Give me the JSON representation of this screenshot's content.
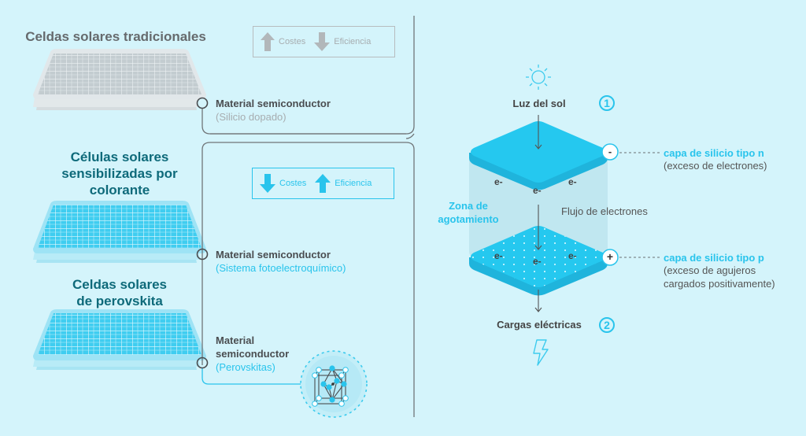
{
  "left": {
    "cells": [
      {
        "title": "Celdas solares tradicionales",
        "material_label": "Material semiconductor",
        "material_detail": "(Silicio dopado)",
        "badge": {
          "first_icon": "arrow-up-icon",
          "first_label": "Costes",
          "second_icon": "arrow-down-icon",
          "second_label": "Eficiencia"
        }
      },
      {
        "title_lines": [
          "Células solares",
          "sensibilizadas por",
          "colorante"
        ],
        "material_label": "Material semiconductor",
        "material_detail": "(Sistema fotoelectroquímico)",
        "badge": {
          "first_icon": "arrow-down-icon",
          "first_label": "Costes",
          "second_icon": "arrow-up-icon",
          "second_label": "Eficiencia"
        }
      },
      {
        "title_lines": [
          "Celdas solares",
          "de perovskita"
        ],
        "material_label_lines": [
          "Material",
          "semiconductor"
        ],
        "material_detail": "(Perovskitas)"
      }
    ]
  },
  "right": {
    "sunlight_label": "Luz del sol",
    "step1": "1",
    "step2": "2",
    "n_layer_sign": "-",
    "p_layer_sign": "+",
    "n_layer_title": "capa de silicio tipo n",
    "n_layer_desc": "(exceso de electrones)",
    "p_layer_title": "capa de silicio tipo p",
    "p_layer_desc_lines": [
      "(exceso de agujeros",
      "cargados positivamente)"
    ],
    "depletion_zone_lines": [
      "Zona de",
      "agotamiento"
    ],
    "electron_flow": "Flujo de electrones",
    "electron": "e-",
    "charges_label": "Cargas eléctricas"
  },
  "colors": {
    "background": "#d4f4fb",
    "accent": "#29c4ec",
    "teal_title": "#0e6a7a",
    "gray_text": "#666a6d"
  }
}
